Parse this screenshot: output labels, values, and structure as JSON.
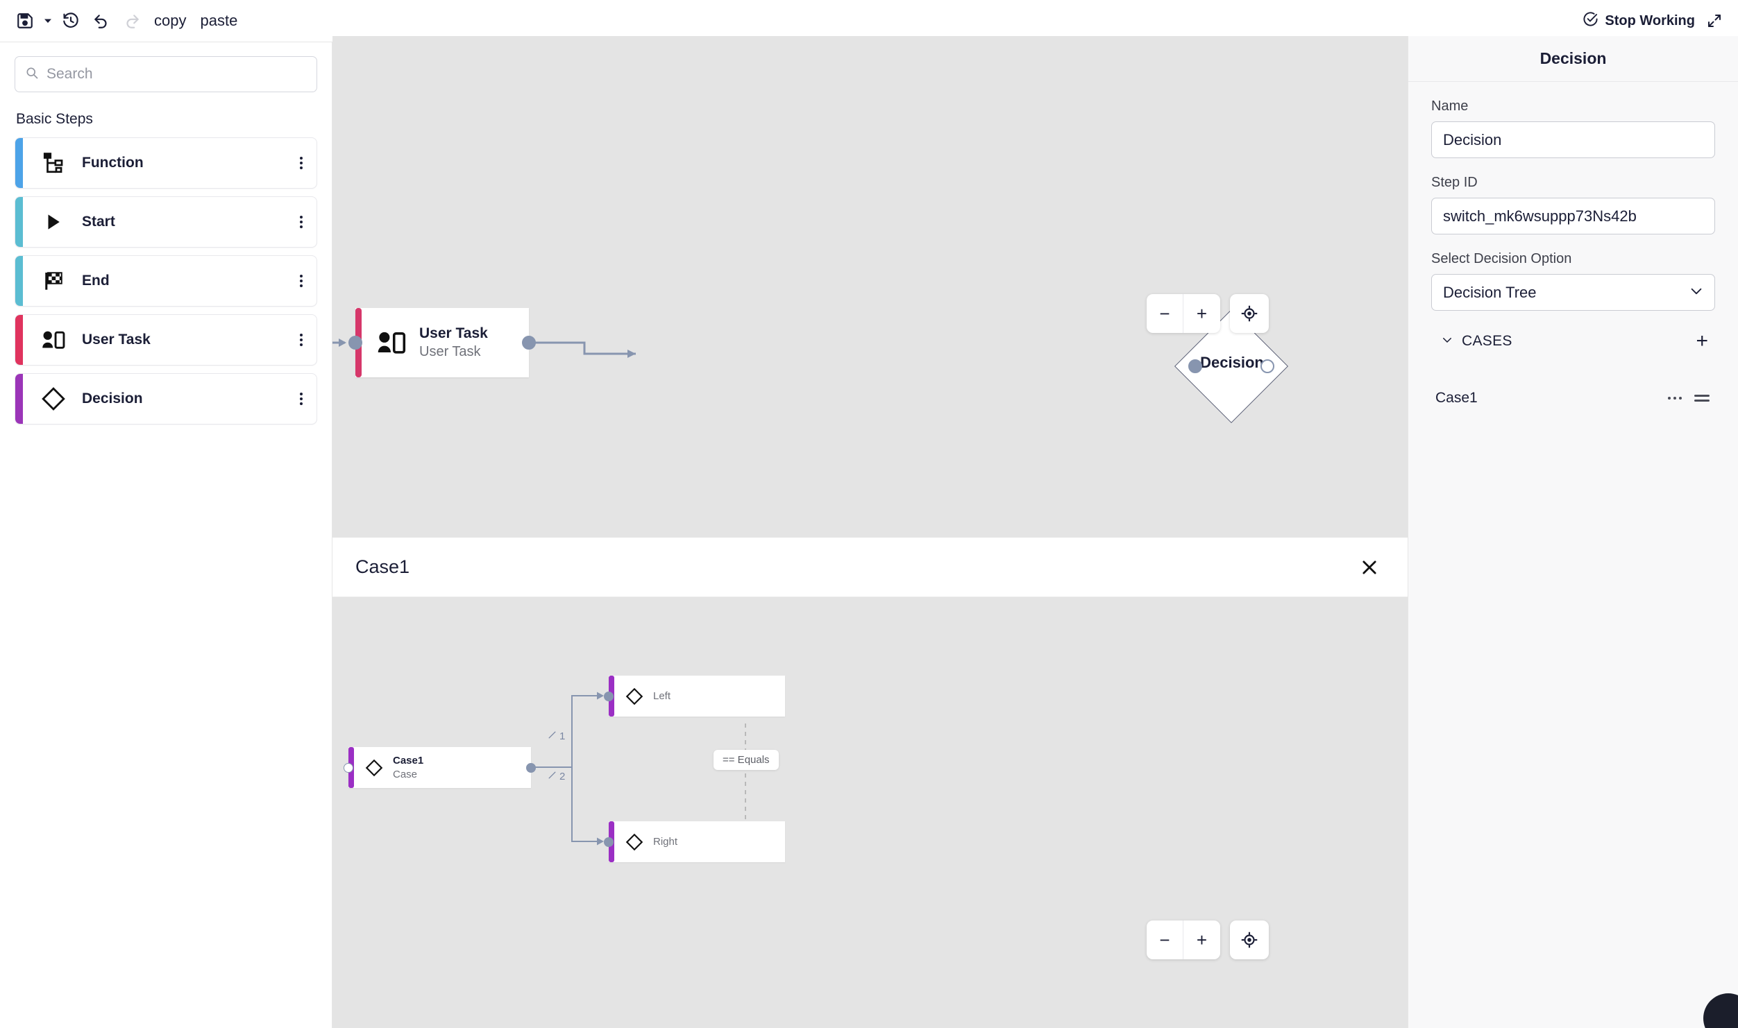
{
  "toolbar": {
    "save_icon": "save-icon",
    "save_caret_icon": "caret-down-icon",
    "history_icon": "history-icon",
    "undo_icon": "undo-icon",
    "redo_icon": "redo-icon",
    "copy_label": "copy",
    "paste_label": "paste",
    "stop_working_label": "Stop Working",
    "stop_working_icon": "check-circle-icon",
    "expand_icon": "expand-diagonal-icon"
  },
  "sidebar": {
    "search": {
      "value": "",
      "placeholder": "Search",
      "icon": "search-icon"
    },
    "section_label": "Basic Steps",
    "items": [
      {
        "label": "Function",
        "icon": "hierarchy-icon",
        "color": "#4da3e8",
        "menu_icon": "kebab-menu-icon"
      },
      {
        "label": "Start",
        "icon": "play-icon",
        "color": "#5bbdd2",
        "menu_icon": "kebab-menu-icon"
      },
      {
        "label": "End",
        "icon": "flag-icon",
        "color": "#5bbdd2",
        "menu_icon": "kebab-menu-icon"
      },
      {
        "label": "User Task",
        "icon": "user-task-icon",
        "color": "#e0335e",
        "menu_icon": "kebab-menu-icon"
      },
      {
        "label": "Decision",
        "icon": "diamond-icon",
        "color": "#9b35b8",
        "menu_icon": "kebab-menu-icon"
      }
    ]
  },
  "canvas_top": {
    "nodes": [
      {
        "title": "User Task",
        "subtitle": "User Task",
        "icon": "user-task-icon",
        "bar_color": "#d6376a"
      },
      {
        "label": "Decision",
        "shape": "diamond"
      }
    ],
    "edge_color": "#8795af",
    "zoom_controls": {
      "zoom_out_label": "−",
      "zoom_in_label": "+",
      "fit_icon": "fit-to-screen-icon"
    }
  },
  "subpanel": {
    "title": "Case1",
    "close_icon": "close-icon",
    "nodes": [
      {
        "title": "Case1",
        "subtitle": "Case",
        "icon": "diamond-icon",
        "bar_color": "#9b2fc4"
      },
      {
        "title": "Left",
        "icon": "diamond-icon",
        "bar_color": "#9b2fc4"
      },
      {
        "title": "Right",
        "icon": "diamond-icon",
        "bar_color": "#9b2fc4"
      }
    ],
    "branch_labels": [
      "1",
      "2"
    ],
    "branch_edit_icon": "pencil-icon",
    "operator_badge": "== Equals",
    "zoom_controls": {
      "zoom_out_label": "−",
      "zoom_in_label": "+",
      "fit_icon": "fit-to-screen-icon"
    }
  },
  "right_panel": {
    "header": "Decision",
    "name_label": "Name",
    "name_value": "Decision",
    "step_id_label": "Step ID",
    "step_id_value": "switch_mk6wsuppp73Ns42b",
    "decision_option_label": "Select Decision Option",
    "decision_option_value": "Decision Tree",
    "decision_option_options": [
      "Decision Tree"
    ],
    "cases_label": "CASES",
    "cases_collapse_icon": "chevron-down-icon",
    "cases_add_icon": "plus-icon",
    "cases": [
      {
        "name": "Case1",
        "menu_icon": "ellipsis-icon",
        "drag_icon": "drag-handle-icon"
      }
    ]
  }
}
